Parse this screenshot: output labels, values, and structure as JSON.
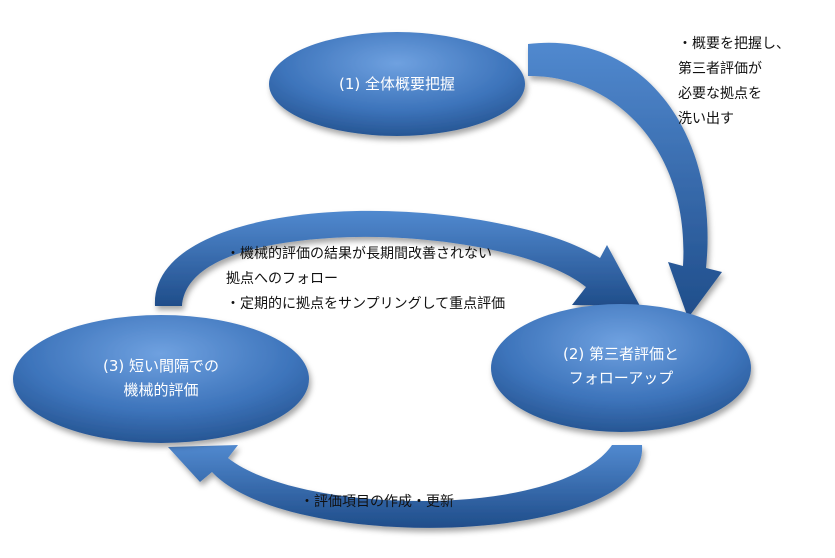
{
  "nodes": [
    {
      "id": "step1",
      "lines": [
        "(1) 全体概要把握"
      ]
    },
    {
      "id": "step2",
      "lines": [
        "(2) 第三者評価と",
        "フォローアップ"
      ]
    },
    {
      "id": "step3",
      "lines": [
        "(3) 短い間隔での",
        "機械的評価"
      ]
    }
  ],
  "annotations": {
    "step1_to_step2": [
      "・概要を把握し、",
      "第三者評価が",
      "必要な拠点を",
      "洗い出す"
    ],
    "step3_to_step2": [
      "・機械的評価の結果が長期間改善されない",
      "拠点へのフォロー",
      "・定期的に拠点をサンプリングして重点評価"
    ],
    "step2_to_step3": [
      "・評価項目の作成・更新"
    ]
  },
  "colors": {
    "node_light": "#5b92d8",
    "node_dark": "#23528f",
    "arrow_light": "#4a82c8",
    "arrow_dark": "#1f4d8a",
    "text_on_node": "#ffffff",
    "annotation_text": "#111111"
  }
}
